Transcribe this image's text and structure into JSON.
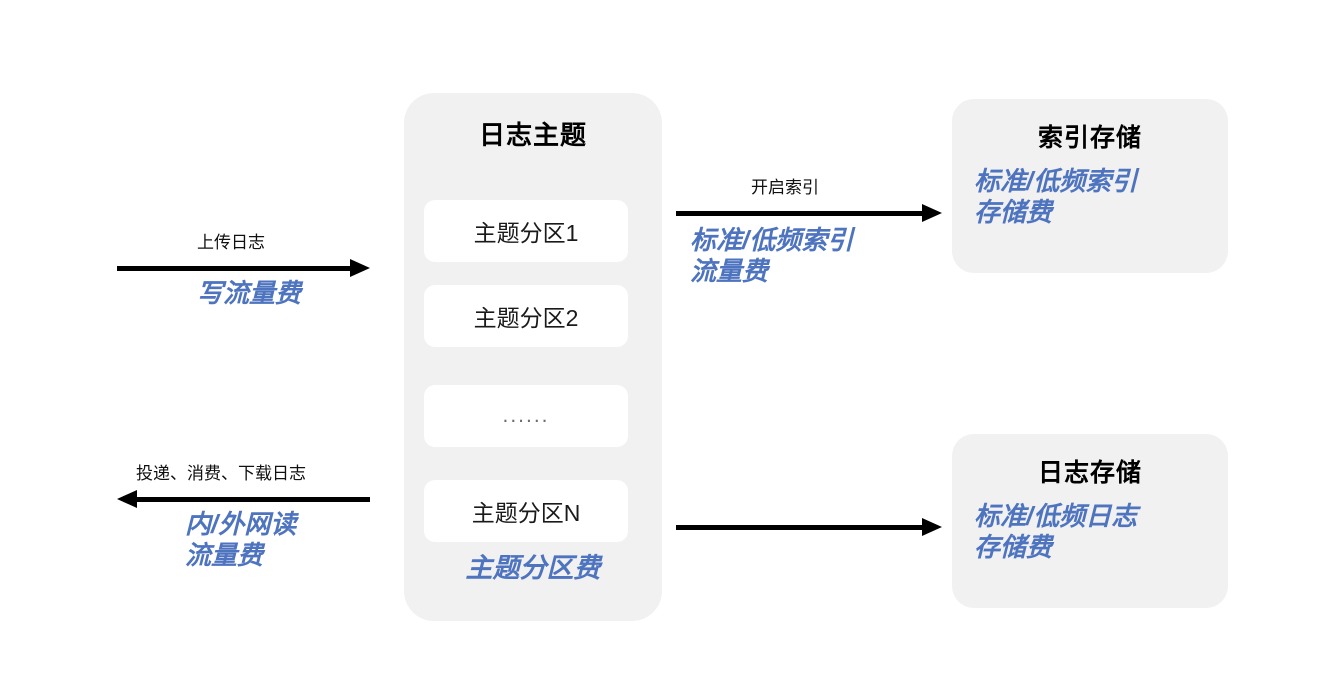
{
  "diagram": {
    "title_color": "#000000",
    "fee_color": "#4e74c0",
    "panel_bg": "#f1f1f1",
    "box_bg": "#ffffff"
  },
  "topic_panel": {
    "title": "日志主题",
    "partitions": [
      {
        "label": "主题分区1"
      },
      {
        "label": "主题分区2"
      },
      {
        "label": "......"
      },
      {
        "label": "主题分区N"
      }
    ],
    "fee": "主题分区费"
  },
  "index_storage_panel": {
    "title": "索引存储",
    "fee": "标准/低频索引\n存储费"
  },
  "log_storage_panel": {
    "title": "日志存储",
    "fee": "标准/低频日志\n存储费"
  },
  "arrows": {
    "upload": {
      "caption": "上传日志",
      "fee": "写流量费",
      "direction": "right"
    },
    "read": {
      "caption": "投递、消费、下载日志",
      "fee": "内/外网读\n流量费",
      "direction": "left"
    },
    "index": {
      "caption": "开启索引",
      "fee": "标准/低频索引\n流量费",
      "direction": "right"
    },
    "log_store": {
      "caption": "",
      "fee": "",
      "direction": "right"
    }
  }
}
